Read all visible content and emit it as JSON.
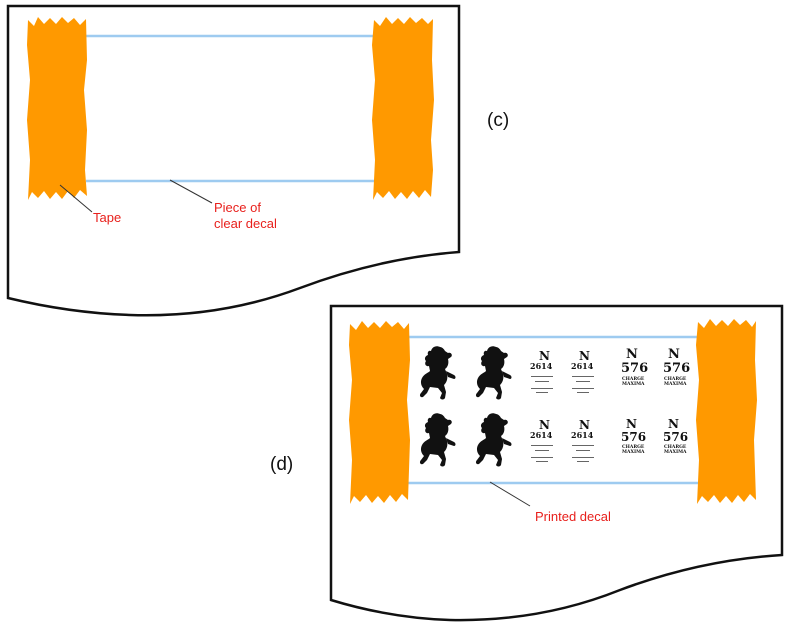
{
  "panels": {
    "c": {
      "tag": "(c)",
      "labels": {
        "tape": "Tape",
        "decal_line1": "Piece of",
        "decal_line2": "clear decal"
      }
    },
    "d": {
      "tag": "(d)",
      "labels": {
        "printed": "Printed decal"
      },
      "decal_numbers": {
        "letter": "N",
        "number_a": "2614",
        "number_b": "576",
        "charge": "CHARGE",
        "maxima": "MAXIMA"
      }
    }
  },
  "colors": {
    "tape": "#ff9900",
    "decal_edge": "#9ecbf0",
    "paper_outline": "#111111",
    "label_text": "#e8201c",
    "horse": "#111111"
  },
  "icons": [
    "horse-silhouette-icon"
  ]
}
